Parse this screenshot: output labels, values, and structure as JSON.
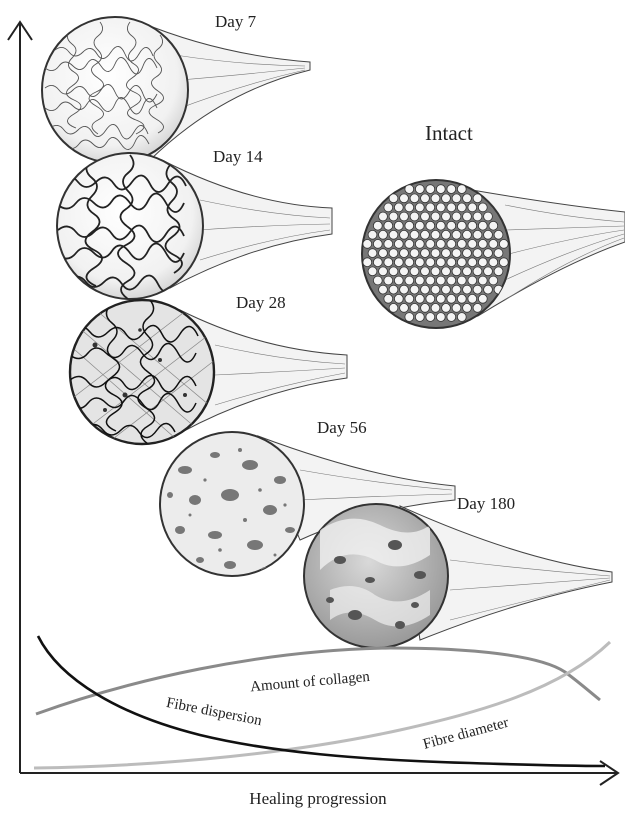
{
  "stages": {
    "day7": "Day 7",
    "day14": "Day 14",
    "day28": "Day 28",
    "day56": "Day 56",
    "day180": "Day 180",
    "intact": "Intact"
  },
  "curves": {
    "collagen": "Amount of collagen",
    "dispersion": "Fibre dispersion",
    "diameter": "Fibre diameter"
  },
  "axes": {
    "x_label": "Healing progression"
  },
  "colors": {
    "ink": "#222222",
    "collagen_curve": "#8a8a8a",
    "diameter_curve": "#bcbcbc",
    "dispersion_curve": "#111111"
  }
}
